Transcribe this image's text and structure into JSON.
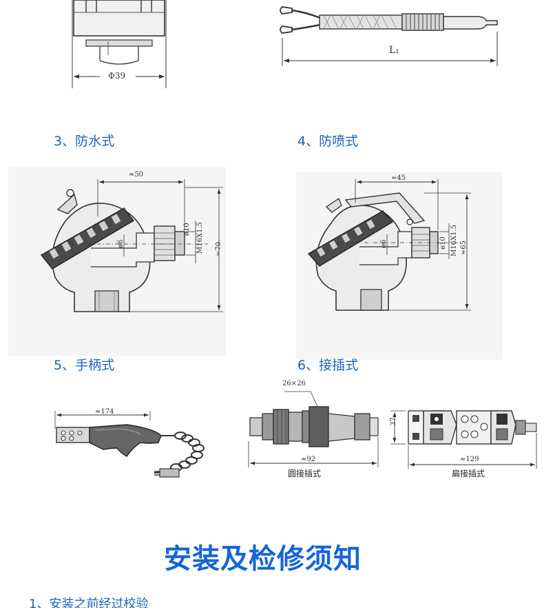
{
  "top": {
    "left_dim": "Φ39",
    "right_dim": "L₁"
  },
  "sections": {
    "s3": {
      "caption": "3、防水式",
      "dim_width": "≈50",
      "dim_inner": "ø10",
      "dim_bore": "ø6",
      "dim_thread": "M16X1.5",
      "dim_height": "≈70"
    },
    "s4": {
      "caption": "4、防喷式",
      "dim_width": "≈45",
      "dim_inner": "ø10",
      "dim_bore": "ø6",
      "dim_thread": "M16X1.5",
      "dim_height": "≈65"
    },
    "s5": {
      "caption": "5、手柄式",
      "dim_length": "≈174"
    },
    "s6": {
      "caption": "6、接插式",
      "round": {
        "dim_top": "26×26",
        "dim_length": "≈92",
        "label": "圆接插式"
      },
      "flat": {
        "dim_height": "37",
        "dim_length": "≈129",
        "label": "扁接插式"
      }
    }
  },
  "notice": {
    "title": "安装及检修须知",
    "item1": "1、安装之前经过校验"
  },
  "colors": {
    "caption_blue": "#1d63b8",
    "heading_blue": "#1565d8"
  }
}
